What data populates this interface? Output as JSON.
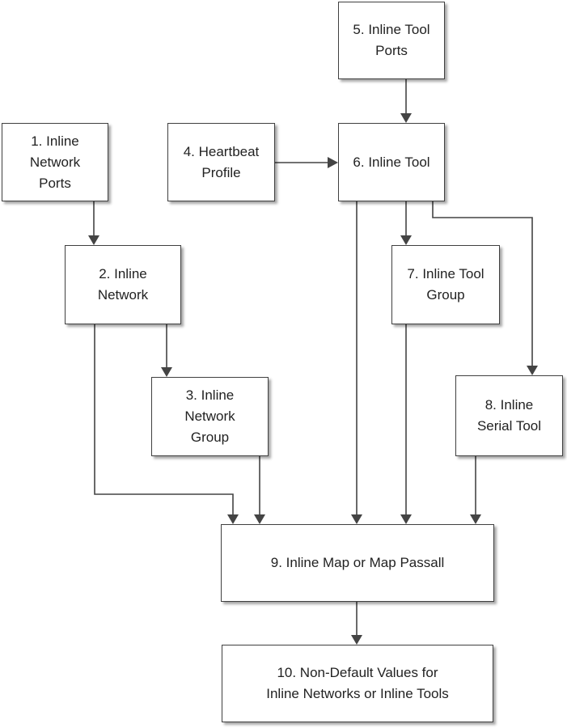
{
  "diagram": {
    "nodes": [
      {
        "id": "n1",
        "label": "1. Inline\nNetwork\nPorts"
      },
      {
        "id": "n2",
        "label": "2. Inline\nNetwork"
      },
      {
        "id": "n3",
        "label": "3. Inline\nNetwork\nGroup"
      },
      {
        "id": "n4",
        "label": "4. Heartbeat\nProfile"
      },
      {
        "id": "n5",
        "label": "5. Inline Tool\nPorts"
      },
      {
        "id": "n6",
        "label": "6. Inline Tool"
      },
      {
        "id": "n7",
        "label": "7. Inline Tool\nGroup"
      },
      {
        "id": "n8",
        "label": "8. Inline\nSerial Tool"
      },
      {
        "id": "n9",
        "label": "9. Inline Map or  Map Passall"
      },
      {
        "id": "n10",
        "label": "10. Non-Default Values for\nInline Networks or Inline Tools"
      }
    ],
    "edges": [
      {
        "from": "n1",
        "to": "n2"
      },
      {
        "from": "n2",
        "to": "n3"
      },
      {
        "from": "n2",
        "to": "n9"
      },
      {
        "from": "n3",
        "to": "n9"
      },
      {
        "from": "n4",
        "to": "n6"
      },
      {
        "from": "n5",
        "to": "n6"
      },
      {
        "from": "n6",
        "to": "n7"
      },
      {
        "from": "n6",
        "to": "n8"
      },
      {
        "from": "n6",
        "to": "n9"
      },
      {
        "from": "n7",
        "to": "n9"
      },
      {
        "from": "n8",
        "to": "n9"
      },
      {
        "from": "n9",
        "to": "n10"
      }
    ],
    "colors": {
      "stroke": "#404040",
      "fill": "#ffffff",
      "text": "#222222"
    }
  }
}
